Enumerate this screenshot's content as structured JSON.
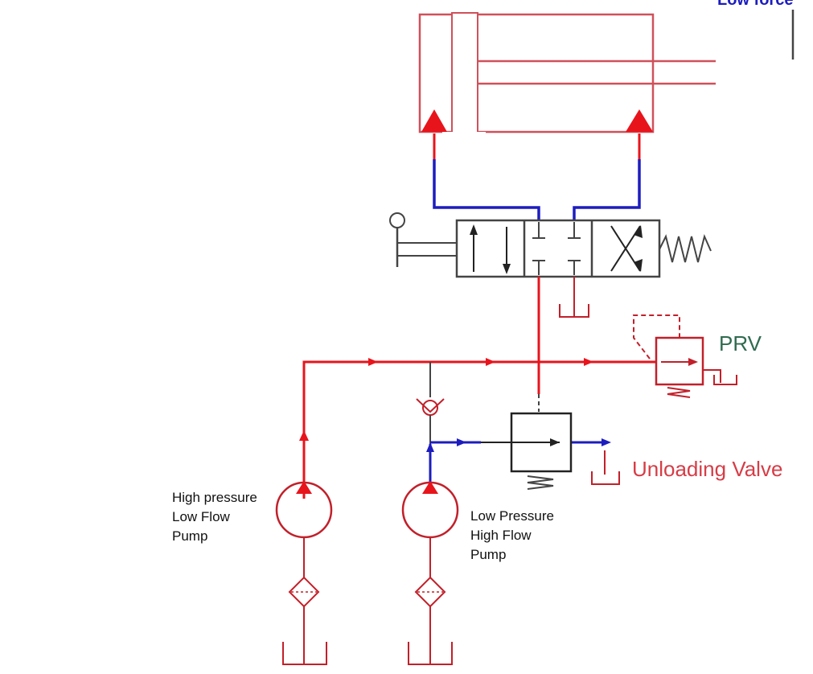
{
  "labels": {
    "top_right": "Low force",
    "prv": "PRV",
    "unloading_valve": "Unloading Valve",
    "hp_pump": [
      "High pressure",
      "Low Flow",
      "Pump"
    ],
    "lp_pump": [
      "Low Pressure",
      "High Flow",
      "Pump"
    ]
  },
  "colors": {
    "pressure_line": "#e8141c",
    "low_pressure_line": "#1d1dbf",
    "component": "#c2202a",
    "symbol": "#444444",
    "prv_text": "#2f6b4f"
  }
}
